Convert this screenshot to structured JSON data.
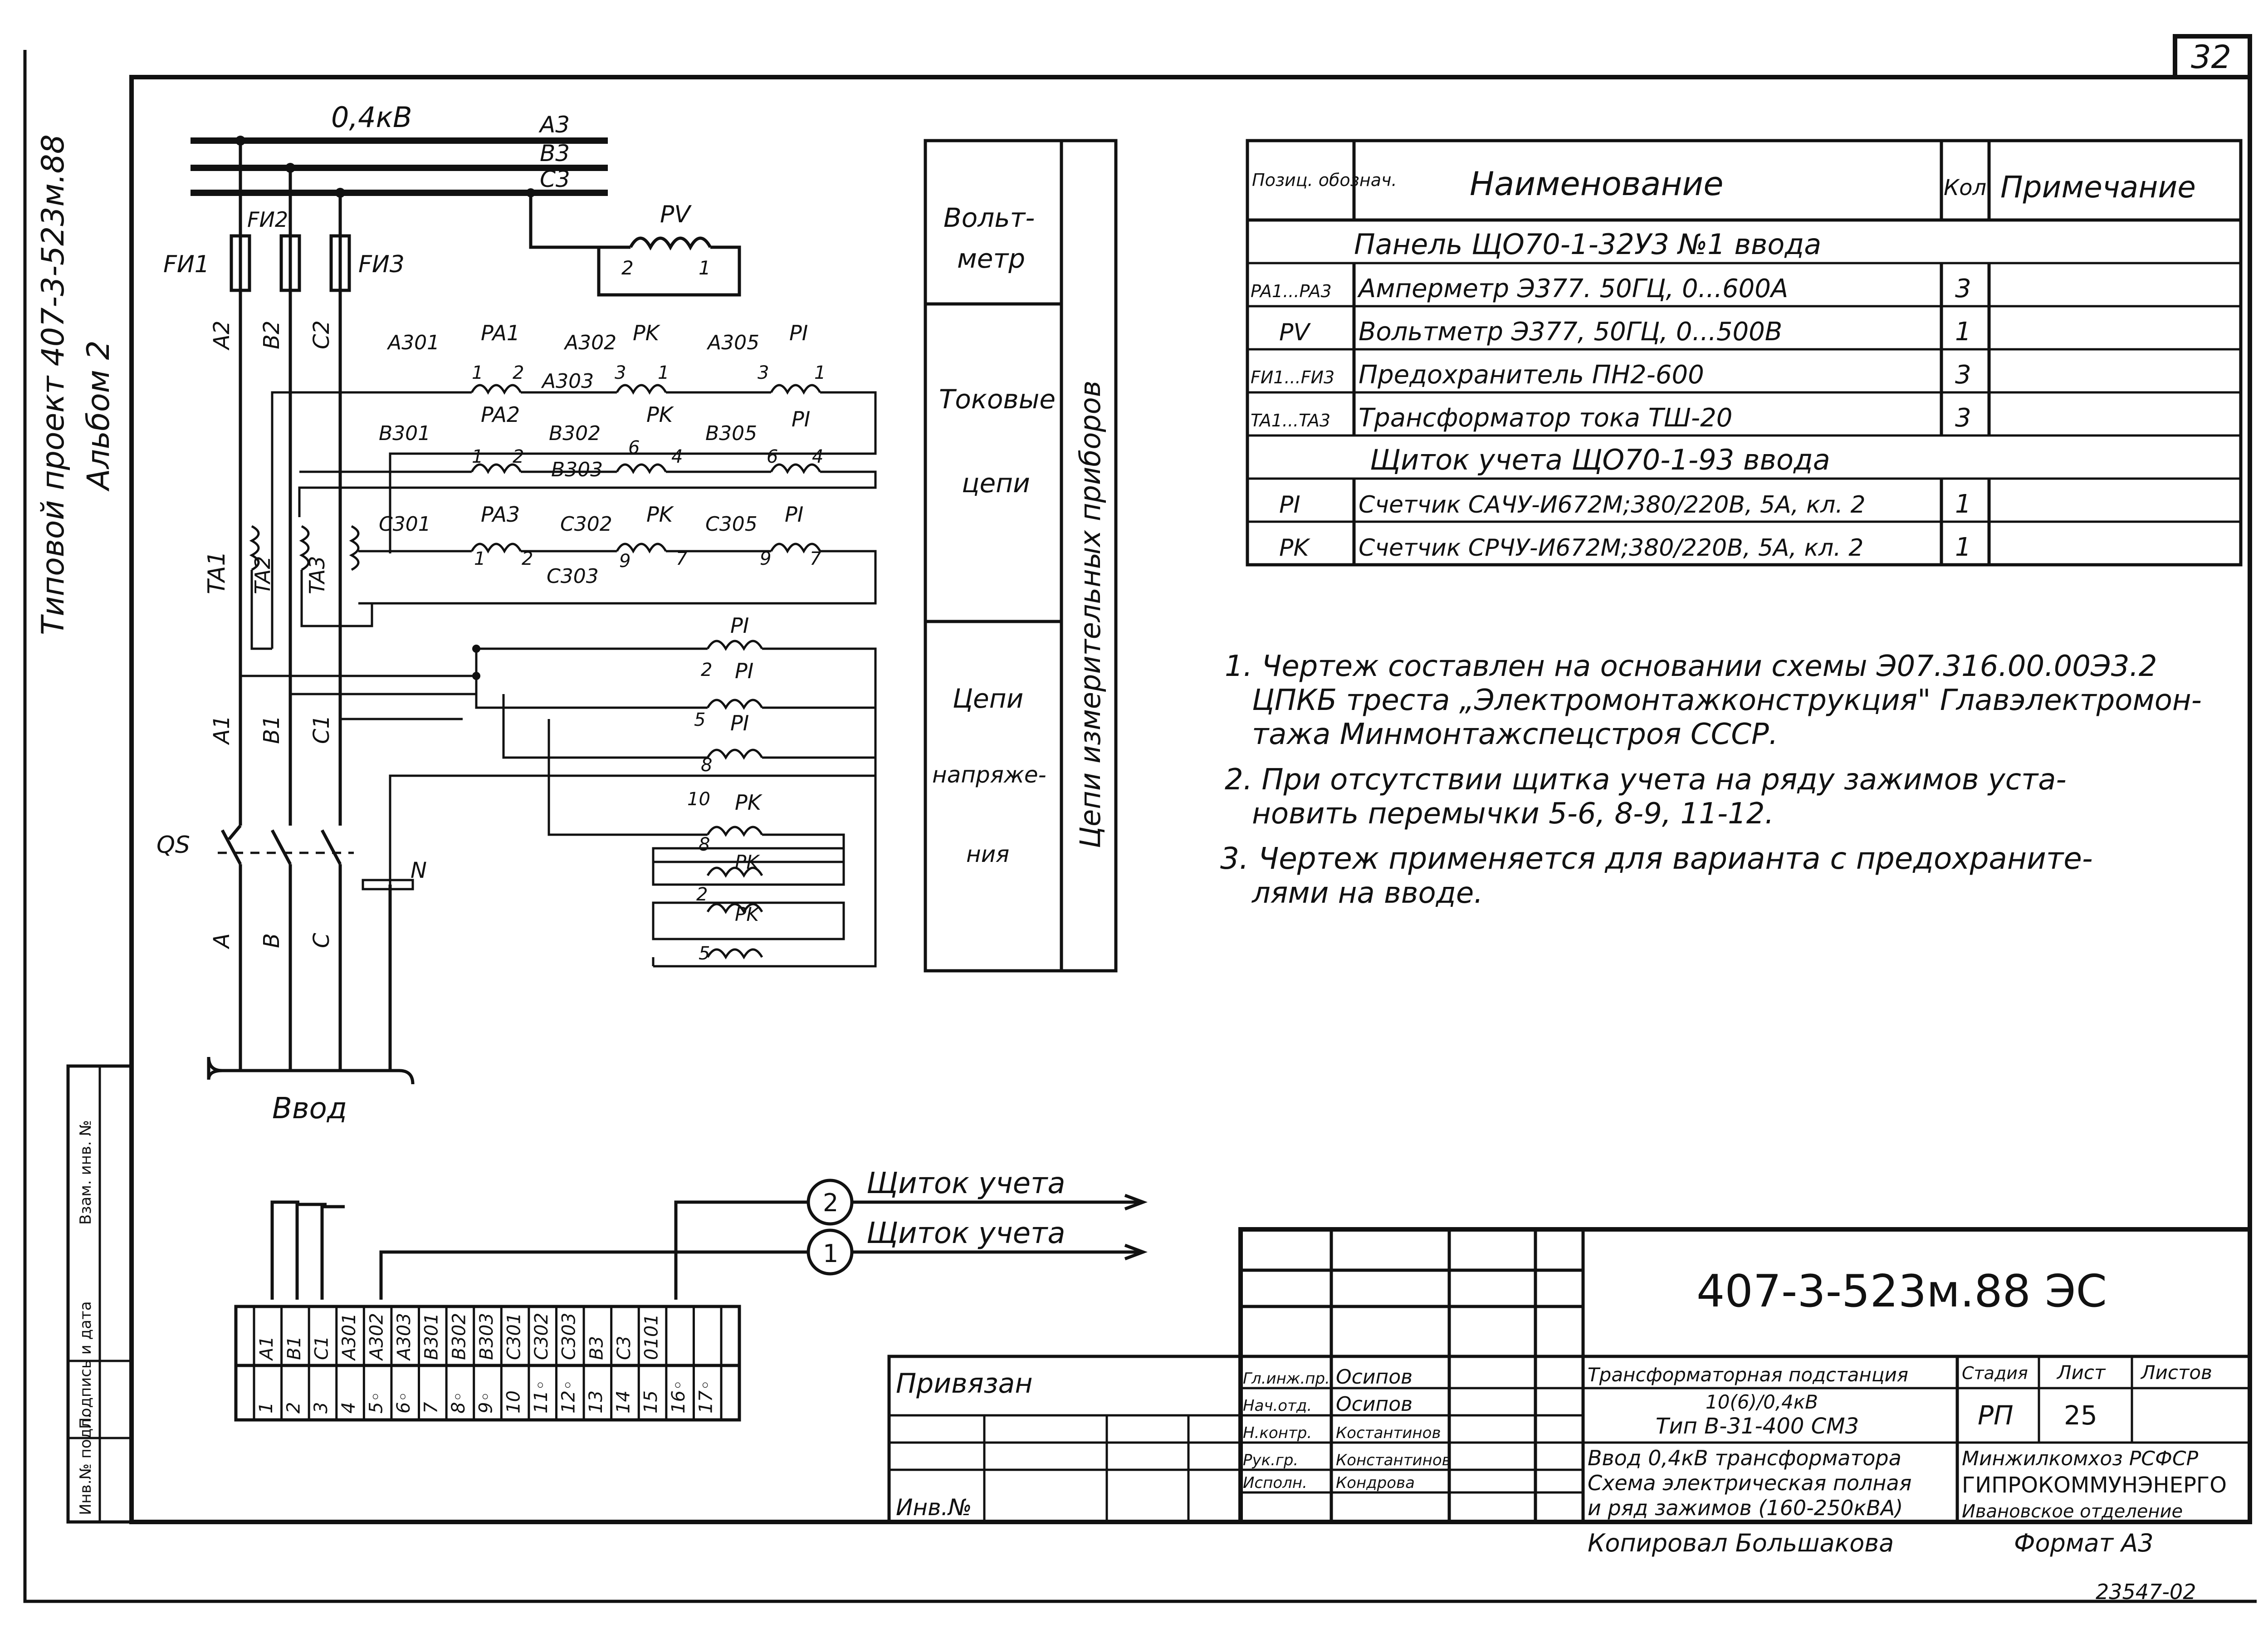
{
  "page": {
    "sheet_number": "32",
    "side_stamp_line1": "Типовой проект 407-3-523м.88",
    "side_stamp_line2": "Альбом 2",
    "left_margin_label_1": "Инв.№ подл.",
    "left_margin_label_2": "Подпись и дата",
    "left_margin_label_3": "Взам. инв. №",
    "bottom_number": "23547-02"
  },
  "schematic": {
    "voltage_label": "0,4кВ",
    "bus_labels": [
      "А3",
      "В3",
      "С3"
    ],
    "fuses": [
      "FИ1",
      "FИ2",
      "FИ3"
    ],
    "phase_wires_top": [
      "А2",
      "В2",
      "С2"
    ],
    "phase_wires_mid": [
      "А1",
      "В1",
      "С1"
    ],
    "breaker": "QS",
    "phase_letters": [
      "А",
      "В",
      "С"
    ],
    "neutral": "N",
    "input_label": "Ввод",
    "voltmeter": {
      "name": "PV",
      "pins": [
        "2",
        "1"
      ]
    },
    "current_transformers": [
      "TA1",
      "TA2",
      "TA3"
    ],
    "current_rows": [
      {
        "w1": "А301",
        "pa": "PA1",
        "pa_pins": [
          "1",
          "2"
        ],
        "w2": "А302",
        "w3": "А303",
        "pk": "PK",
        "pk_pins": [
          "3",
          "1"
        ],
        "w4": "А305",
        "pi": "PI",
        "pi_pins": [
          "3",
          "1"
        ]
      },
      {
        "w1": "В301",
        "pa": "PA2",
        "pa_pins": [
          "1",
          "2"
        ],
        "w2": "В302",
        "w3": "В303",
        "pk": "PK",
        "pk_pins": [
          "6",
          "4"
        ],
        "w4": "В305",
        "pi": "PI",
        "pi_pins": [
          "6",
          "4"
        ]
      },
      {
        "w1": "С301",
        "pa": "PA3",
        "pa_pins": [
          "1",
          "2"
        ],
        "w2": "С302",
        "w3": "С303",
        "pk": "PK",
        "pk_pins": [
          "9",
          "7"
        ],
        "w4": "С305",
        "pi": "PI",
        "pi_pins": [
          "9",
          "7"
        ]
      }
    ],
    "voltage_coils": [
      {
        "name": "PI",
        "pin": "2"
      },
      {
        "name": "PI",
        "pin": "5"
      },
      {
        "name": "PI",
        "pin": "8"
      },
      {
        "name": "PK",
        "pin": "10"
      },
      {
        "name": "PK",
        "pin": "8"
      },
      {
        "name": "PK",
        "pin": "2"
      },
      {
        "name": "PK",
        "pin": "5"
      }
    ]
  },
  "section_box": {
    "rows": [
      "Вольт-",
      "метр",
      "Токовые",
      "цепи",
      "Цепи",
      "напряже-",
      "ния"
    ],
    "vertical_label": "Цепи измерительных приборов"
  },
  "spec_table": {
    "headers": [
      "Позиц. обознач.",
      "Наименование",
      "Кол.",
      "Примечание"
    ],
    "group1": "Панель ЩО70-1-32У3 №1 ввода",
    "rows1": [
      {
        "pos": "PA1...PA3",
        "name": "Амперметр Э377. 50ГЦ, 0...600А",
        "qty": "3"
      },
      {
        "pos": "PV",
        "name": "Вольтметр Э377, 50ГЦ, 0...500В",
        "qty": "1"
      },
      {
        "pos": "FИ1...FИ3",
        "name": "Предохранитель ПН2-600",
        "qty": "3"
      },
      {
        "pos": "TA1...TA3",
        "name": "Трансформатор тока ТШ-20",
        "qty": "3"
      }
    ],
    "group2": "Щиток учета ЩО70-1-93 ввода",
    "rows2": [
      {
        "pos": "PI",
        "name": "Счетчик САЧУ-И672М;380/220В, 5А, кл. 2",
        "qty": "1"
      },
      {
        "pos": "PK",
        "name": "Счетчик СРЧУ-И672М;380/220В, 5А, кл. 2",
        "qty": "1"
      }
    ]
  },
  "notes": [
    "1. Чертеж составлен на основании схемы Э07.316.00.00Э3.2",
    "ЦПКБ треста „Электромонтажконструкция\" Главэлектромон-",
    "тажа Минмонтажспецстроя СССР.",
    "2. При отсутствии щитка учета на ряду зажимов уста-",
    "новить перемычки 5-6, 8-9, 11-12.",
    "3. Чертеж применяется для варианта с предохраните-",
    "лями на вводе."
  ],
  "accounting": {
    "labels": [
      "Щиток учета",
      "Щиток учета"
    ],
    "circle_numbers": [
      "2",
      "1"
    ]
  },
  "terminal_block": {
    "top": [
      "А1",
      "В1",
      "С1",
      "А301",
      "А302",
      "А303",
      "В301",
      "В302",
      "В303",
      "С301",
      "С302",
      "С303",
      "В3",
      "С3",
      "0101"
    ],
    "bottom": [
      "1",
      "2",
      "3",
      "4",
      "5◦",
      "6◦",
      "7",
      "8◦",
      "9◦",
      "10",
      "11◦",
      "12◦",
      "13",
      "14",
      "15",
      "16◦",
      "17◦"
    ]
  },
  "title_block": {
    "code": "407-3-523м.88 ЭС",
    "bound_label": "Привязан",
    "inv_label": "Инв.№",
    "staff": [
      {
        "role": "Гл.инж.пр.",
        "name": "Осипов"
      },
      {
        "role": "Нач.отд.",
        "name": "Осипов"
      },
      {
        "role": "Н.контр.",
        "name": "Костантинов"
      },
      {
        "role": "Рук.гр.",
        "name": "Константинов"
      },
      {
        "role": "Исполн.",
        "name": "Кондрова"
      }
    ],
    "object_line1": "Трансформаторная подстанция",
    "object_line2": "10(6)/0,4кВ",
    "object_line3": "Тип В-31-400 СМ3",
    "drawing_line1": "Ввод 0,4кВ трансформатора",
    "drawing_line2": "Схема электрическая полная",
    "drawing_line3": "и ряд зажимов (160-250кВА)",
    "stage_header": "Стадия",
    "sheet_header": "Лист",
    "sheets_header": "Листов",
    "stage": "РП",
    "sheet": "25",
    "org_line1": "Минжилкомхоз РСФСР",
    "org_line2": "ГИПРОКОММУНЭНЕРГО",
    "org_line3": "Ивановское отделение",
    "copied": "Копировал Большакова",
    "format": "Формат А3"
  }
}
